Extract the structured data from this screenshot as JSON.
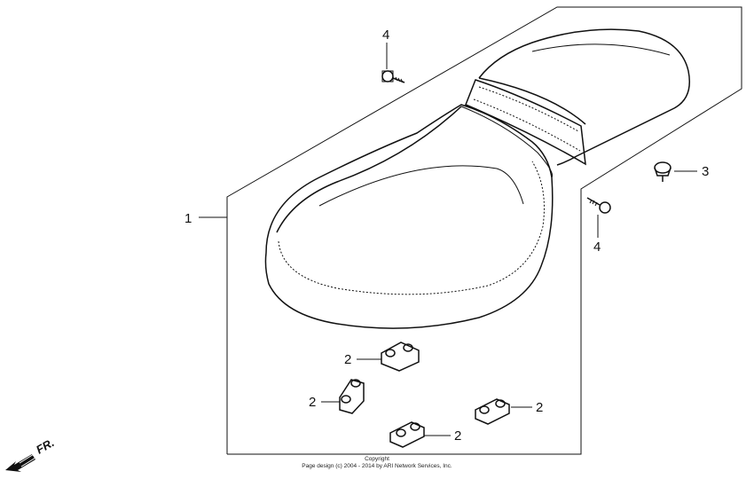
{
  "callouts": {
    "seat": "1",
    "collar": "2",
    "cap": "3",
    "bolt": "4"
  },
  "direction_label": "FR.",
  "copyright": {
    "line1": "Copyright",
    "line2": "Page design (c) 2004 - 2014 by ARI Network Services, Inc."
  }
}
